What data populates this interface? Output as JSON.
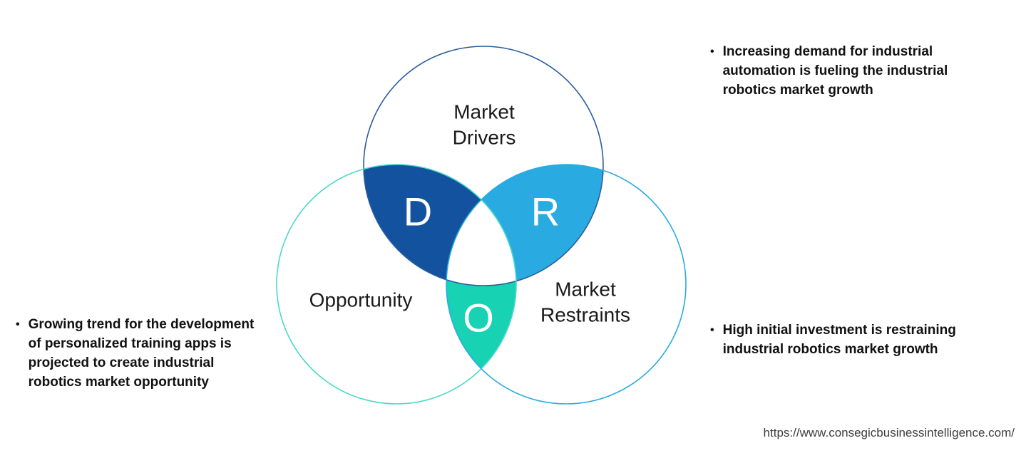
{
  "diagram": {
    "circles": {
      "drivers": {
        "label_line1": "Market",
        "label_line2": "Drivers",
        "letter": "D"
      },
      "opportunity": {
        "label": "Opportunity",
        "letter": "O"
      },
      "restraints": {
        "label_line1": "Market",
        "label_line2": "Restraints",
        "letter": "R"
      }
    },
    "colors": {
      "drivers_overlap_fill": "#12529e",
      "restraints_overlap_fill": "#29abe2",
      "opportunity_overlap_fill": "#18d2b4",
      "center_fill": "#ffffff",
      "drivers_outline": "#2a5d9e",
      "opportunity_outline": "#4ad9c9",
      "restraints_outline": "#29abe2"
    }
  },
  "annotations": {
    "bullet": "•",
    "top_right": "Increasing demand for industrial automation is fueling the industrial robotics market growth",
    "bottom_right": "High initial investment is restraining industrial robotics market growth",
    "left": "Growing trend for the development of personalized training apps is projected to create industrial robotics market opportunity"
  },
  "footer": {
    "url": "https://www.consegicbusinessintelligence.com/"
  }
}
